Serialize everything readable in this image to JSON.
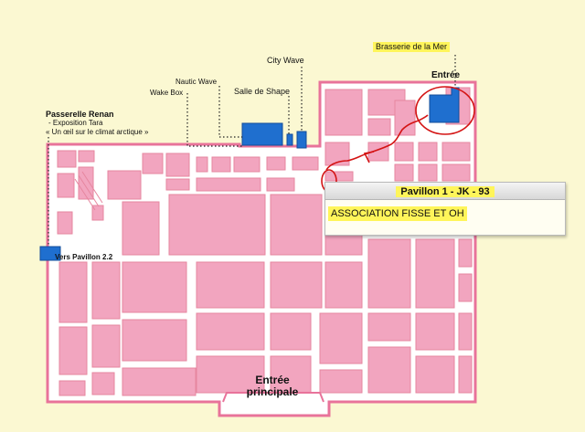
{
  "labels": {
    "passerelle": "Passerelle Renan",
    "exposition": "- Exposition Tara",
    "oeil": "« Un œil sur le climat arctique »",
    "wake_box": "Wake Box",
    "nautic_wave": "Nautic Wave",
    "salle_shape": "Salle de Shape",
    "city_wave": "City Wave",
    "brasserie": "Brasserie de la Mer",
    "entree": "Entrée",
    "vers_pavillon": "Vers Pavillon 2.2",
    "entree_principale_1": "Entrée",
    "entree_principale_2": "principale"
  },
  "popup": {
    "title": "Pavillon 1 - JK - 93",
    "organization": "ASSOCIATION FISSE ET OH"
  },
  "colors": {
    "background": "#fbf8d2",
    "hall": "#ffffff",
    "hall_border": "#e8739a",
    "stand": "#f2a5bf",
    "stand_border": "#e6869f",
    "venue": "#1f6fcf",
    "highlight": "#fff55a",
    "annotation": "#d41414"
  }
}
